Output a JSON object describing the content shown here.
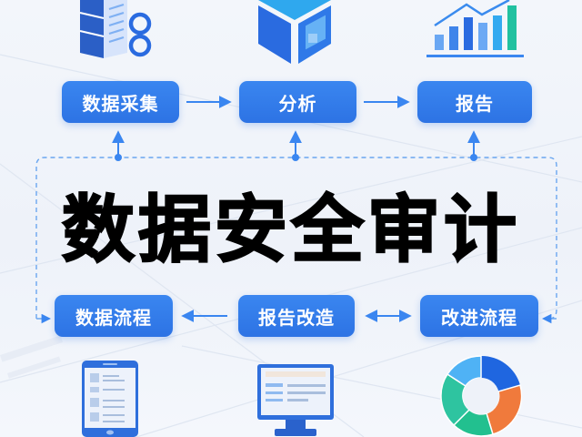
{
  "title": "数据安全审计",
  "top_row": {
    "nodes": [
      {
        "id": "collect",
        "label": "数据采集",
        "icon": "server-database-icon"
      },
      {
        "id": "analyze",
        "label": "分析",
        "icon": "cube-icon"
      },
      {
        "id": "report",
        "label": "报告",
        "icon": "bar-chart-trend-icon"
      }
    ],
    "connectors": [
      "collect→analyze",
      "analyze→report"
    ]
  },
  "bottom_row": {
    "nodes": [
      {
        "id": "data-flow",
        "label": "数据流程",
        "icon": "tablet-icon"
      },
      {
        "id": "report-rework",
        "label": "报告改造",
        "icon": "monitor-icon"
      },
      {
        "id": "improve-flow",
        "label": "改进流程",
        "icon": "donut-chart-icon"
      }
    ],
    "connectors": [
      "report-rework→data-flow",
      "report-rework↔improve-flow"
    ]
  },
  "colors": {
    "box_blue": "#2f78e8",
    "arrow_blue": "#3a86f0",
    "dashed_line": "#6aa6f0",
    "title_black": "#000000",
    "background": "#f1f5fb",
    "donut_dark_blue": "#1f66e0",
    "donut_orange": "#f07a3c",
    "donut_green": "#22c08f",
    "donut_teal": "#2ec4a0",
    "donut_light_blue": "#4fb2f5"
  }
}
